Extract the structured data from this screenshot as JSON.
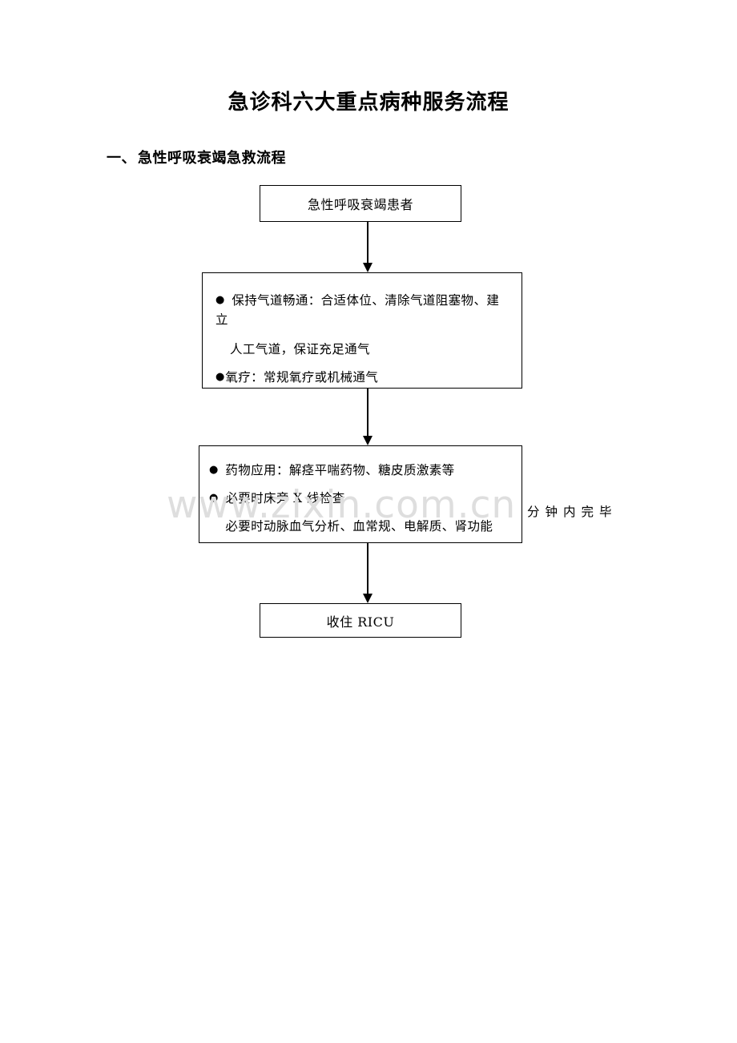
{
  "document": {
    "title": "急诊科六大重点病种服务流程",
    "section": {
      "number": "一、",
      "heading": "急性呼吸衰竭急救流程"
    }
  },
  "watermark": {
    "text": "www.zixin.com.cn",
    "color": "#dedede"
  },
  "side_note": {
    "text": "分钟内完毕"
  },
  "flowchart": {
    "nodes": {
      "patient": {
        "label": "急性呼吸衰竭患者"
      },
      "airway": {
        "bullets": [
          {
            "marker": "●",
            "text": "保持气道畅通：合适体位、清除气道阻塞物、建立",
            "continuation": "人工气道，保证充足通气"
          },
          {
            "marker": "●",
            "text": "氧疗：常规氧疗或机械通气"
          }
        ]
      },
      "meds": {
        "bullets": [
          {
            "marker": "●",
            "text": "药物应用：解痉平喘药物、糖皮质激素等"
          },
          {
            "marker": "●",
            "text": "必要时床旁 X 线检查"
          },
          {
            "marker": "●",
            "text": "必要时动脉血气分析、血常规、电解质、肾功能"
          }
        ]
      },
      "ricu": {
        "label": "收住 RICU"
      }
    }
  }
}
